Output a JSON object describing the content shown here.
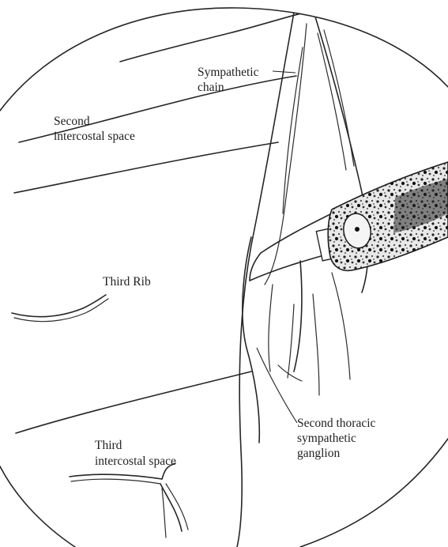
{
  "labels": {
    "sympathetic_chain_line1": "Sympathetic",
    "sympathetic_chain_line2": "chain",
    "second_intercostal_line1": "Second",
    "second_intercostal_line2": "intercostal space",
    "third_rib": "Third Rib",
    "third_intercostal_line1": "Third",
    "third_intercostal_line2": "intercostal space",
    "second_thoracic_line1": "Second thoracic",
    "second_thoracic_line2": "sympathetic",
    "second_thoracic_line3": "ganglion"
  }
}
